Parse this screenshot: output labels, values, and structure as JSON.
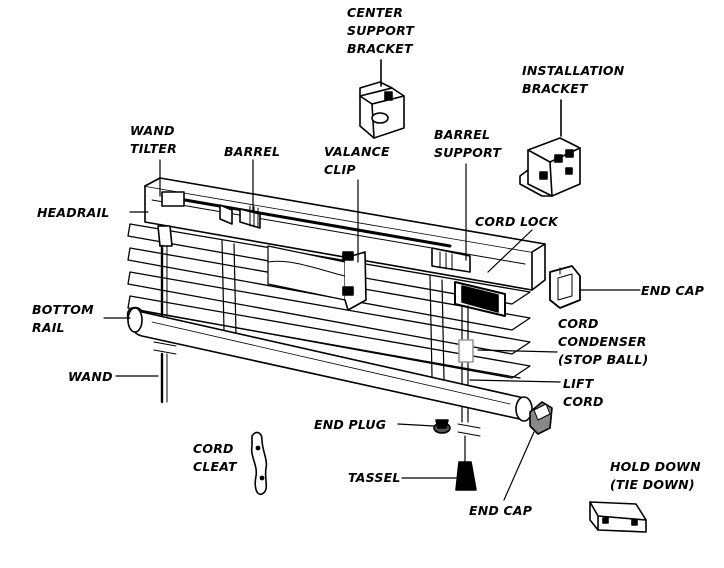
{
  "diagram": {
    "labels": {
      "center_support_bracket": [
        "CENTER",
        "SUPPORT",
        "BRACKET"
      ],
      "installation_bracket": [
        "INSTALLATION",
        "BRACKET"
      ],
      "wand_tilter": [
        "WAND",
        "TILTER"
      ],
      "barrel": "BARREL",
      "valance_clip": [
        "VALANCE",
        "CLIP"
      ],
      "barrel_support": [
        "BARREL",
        "SUPPORT"
      ],
      "headrail": "HEADRAIL",
      "cord_lock": "CORD LOCK",
      "end_cap_top": "END CAP",
      "bottom_rail": [
        "BOTTOM",
        "RAIL"
      ],
      "cord_condenser": [
        "CORD",
        "CONDENSER",
        "(STOP BALL)"
      ],
      "wand": "WAND",
      "lift_cord": [
        "LIFT",
        "CORD"
      ],
      "end_plug": "END PLUG",
      "cord_cleat": [
        "CORD",
        "CLEAT"
      ],
      "tassel": "TASSEL",
      "hold_down": [
        "HOLD DOWN",
        "(TIE DOWN)"
      ],
      "end_cap_bottom": "END CAP"
    }
  }
}
